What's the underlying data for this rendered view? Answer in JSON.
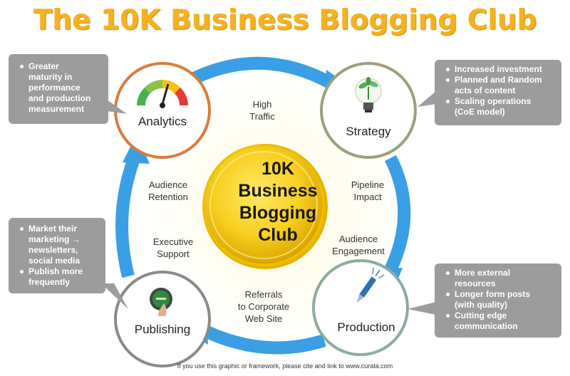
{
  "title": "The 10K Business Blogging Club",
  "center": [
    "10K",
    "Business",
    "Blogging",
    "Club"
  ],
  "nodes": {
    "analytics": "Analytics",
    "strategy": "Strategy",
    "production": "Production",
    "publishing": "Publishing"
  },
  "flows": {
    "high_traffic": [
      "High",
      "Traffic"
    ],
    "pipeline_impact": [
      "Pipeline",
      "Impact"
    ],
    "audience_engagement": [
      "Audience",
      "Engagement"
    ],
    "referrals": [
      "Referrals",
      "to Corporate",
      "Web Site"
    ],
    "executive_support": [
      "Executive",
      "Support"
    ],
    "audience_retention": [
      "Audience",
      "Retention"
    ]
  },
  "callouts": {
    "analytics": [
      [
        "Greater",
        "maturity in",
        "performance",
        "and production",
        "measurement"
      ]
    ],
    "strategy": [
      [
        "Increased investment"
      ],
      [
        "Planned and Random",
        "acts of content"
      ],
      [
        "Scaling operations",
        "(CoE model)"
      ]
    ],
    "publishing": [
      [
        "Market their",
        "marketing →",
        "newsletters,",
        "social media"
      ],
      [
        "Publish more",
        "frequently"
      ]
    ],
    "production": [
      [
        "More external",
        "resources"
      ],
      [
        "Longer form posts",
        "(with quality)"
      ],
      [
        "Cutting edge",
        "communication"
      ]
    ]
  },
  "footer": "If you use this graphic or framework, please cite and link to www.curata.com",
  "colors": {
    "title": "#f5b120",
    "arrow": "#3a9fe5",
    "callout": "#9c9c9c",
    "analytics_ring": "#d97c3e",
    "strategy_ring": "#9aa07a",
    "production_ring": "#8cab9f",
    "publishing_ring": "#8a8a8a",
    "center_coin": "#f7cf1f"
  }
}
